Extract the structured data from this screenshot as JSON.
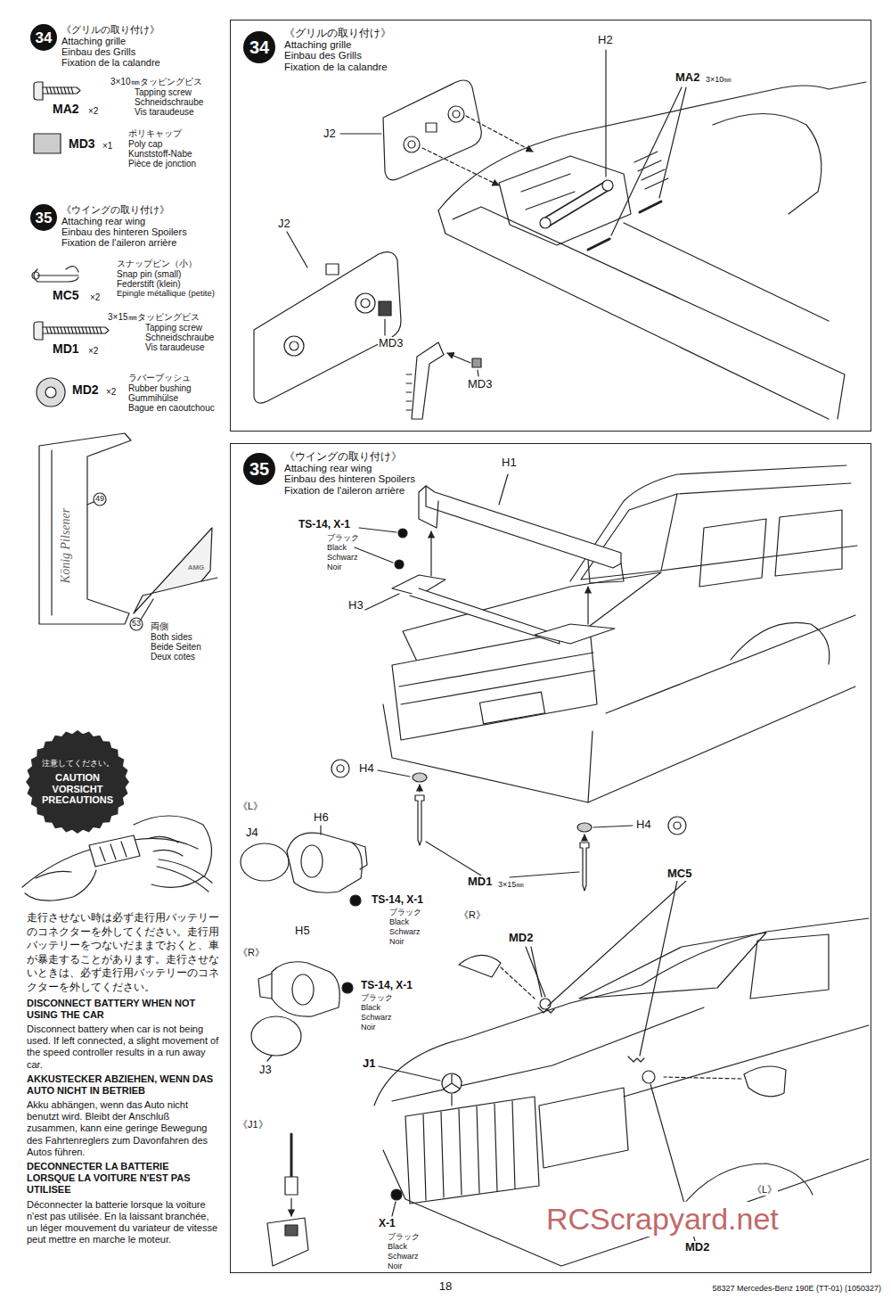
{
  "diagram": {
    "nodes": [
      {
        "text": [
          "《グリルの取り付け》",
          "Attaching grille",
          "Einbau des Grills",
          "Fixation de la calandre"
        ]
      },
      {
        "text": [
          "34"
        ],
        "in": 0
      },
      {
        "text": [
          "《ウイングの取り付け》",
          "Attaching rear wing",
          "Einbau des hinteren Spoilers",
          "Fixation de l'aileron arrière"
        ]
      },
      {
        "text": [
          "35"
        ],
        "in": 2
      },
      {
        "text": [
          "34"
        ]
      },
      {
        "text": [
          "35"
        ]
      },
      {
        "text": [
          "注意してください。",
          "CAUTION VORSICHT PRECAUTIONS"
        ]
      }
    ],
    "labels": [
      "《グリルの取り付け》",
      "Attaching grille",
      "Einbau des Grills",
      "Fixation de la calandre",
      "3×10㎜タッピングビス",
      "Tapping screw",
      "Schneidschraube",
      "Vis taraudeuse",
      "MA2",
      "×2",
      "MD3",
      "×1",
      "ポリキャップ",
      "Poly cap",
      "Kunststoff-Nabe",
      "Pièce de jonction",
      "《ウイングの取り付け》",
      "Attaching rear wing",
      "Einbau des hinteren Spoilers",
      "Fixation de l'aileron arrière",
      "スナップピン（小）",
      "Snap pin (small)",
      "Federstift (klein)",
      "Epingle métallique (petite)",
      "MC5",
      "×2",
      "3×15㎜タッピングビス",
      "Tapping screw",
      "Schneidschraube",
      "Vis taraudeuse",
      "MD1",
      "×2",
      "MD2",
      "×2",
      "ラバーブッシュ",
      "Rubber bushing",
      "Gummihülse",
      "Bague en caoutchouc",
      "König Pilsener",
      "49",
      "AMG",
      "53",
      "両側",
      "Both sides",
      "Beide Seiten",
      "Deux cotes",
      "走行させない時は必ず走行用バッテリーのコネクターを外してください。走行用バッテリーをつないだままでおくと、車が暴走することがあります。走行させないときは、必ず走行用バッテリーのコネクターを外してください。",
      "DISCONNECT BATTERY WHEN NOT USING THE CAR",
      "Disconnect battery when car is not being used. If left connected, a slight movement of the speed controller results in a run away car.",
      "AKKUSTECKER ABZIEHEN, WENN DAS AUTO NICHT IN BETRIEB",
      "Akku abhängen, wenn das Auto nicht benutzt wird. Bleibt der Anschluß zusammen, kann eine geringe Bewegung des Fahrtenreglers zum Davonfahren des Autos führen.",
      "DECONNECTER LA BATTERIE LORSQUE LA VOITURE N'EST PAS UTILISEE",
      "Déconnecter la batterie lorsque la voiture n'est pas utilisée. En la laissant branchée, un léger mouvement du variateur de vitesse peut mettre en marche le moteur.",
      "H2",
      "MA2",
      "3×10㎜",
      "J2",
      "J2",
      "MD3",
      "MD3",
      "H1",
      "TS-14, X-1",
      "ブラック",
      "Black",
      "Schwarz",
      "Noir",
      "H3",
      "H4",
      "H4",
      "MD1",
      "3×15㎜",
      "《L》",
      "J4",
      "H6",
      "TS-14, X-1",
      "ブラック",
      "Black",
      "Schwarz",
      "Noir",
      "《R》",
      "H5",
      "TS-14, X-1",
      "ブラック",
      "Black",
      "Schwarz",
      "Noir",
      "J3",
      "MC5",
      "《R》",
      "MD2",
      "J1",
      "《J1》",
      "X-1",
      "ブラック",
      "Black",
      "Schwarz",
      "Noir",
      "《L》",
      "MD2",
      "18",
      "58327 Mercedes-Benz 190E (TT-01) (1050327)",
      "RCScrapyard.net"
    ]
  }
}
